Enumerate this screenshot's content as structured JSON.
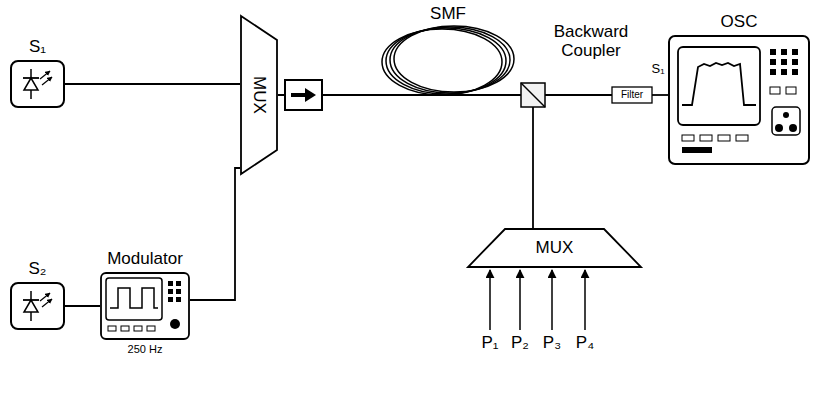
{
  "diagram": {
    "nodes": [
      {
        "text": [
          "S₁"
        ]
      },
      {
        "text": [
          "S₂"
        ]
      },
      {
        "text": [
          "Modulator",
          "250 Hz"
        ]
      },
      {
        "text": [
          "MUX"
        ]
      },
      {
        "text": [
          "SMF"
        ]
      },
      {
        "text": [
          "Backward Coupler"
        ]
      },
      {
        "text": [
          "Filter"
        ]
      },
      {
        "text": [
          "OSC"
        ]
      },
      {
        "text": [
          "MUX"
        ]
      }
    ],
    "edges": [
      {
        "from": 0,
        "to": 3,
        "arrow": "none"
      },
      {
        "from": 1,
        "to": 2,
        "arrow": "none"
      },
      {
        "from": 2,
        "to": 3,
        "arrow": "none"
      },
      {
        "from": 3,
        "to": 4,
        "arrow": "none"
      },
      {
        "from": 4,
        "to": 5,
        "arrow": "none"
      },
      {
        "from": 5,
        "to": 6,
        "arrow": "none"
      },
      {
        "from": 6,
        "to": 7,
        "arrow": "none"
      },
      {
        "from": 8,
        "to": 5,
        "arrow": "none"
      }
    ],
    "labels": [
      "S₁",
      "P₁",
      "P₂",
      "P₃",
      "P₄"
    ]
  }
}
